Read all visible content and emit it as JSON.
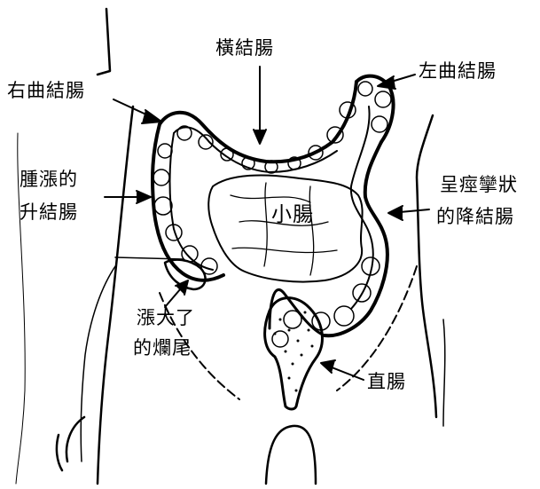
{
  "labels": {
    "transverse_colon": "橫結腸",
    "hepatic_flexure": "右曲結腸",
    "splenic_flexure": "左曲結腸",
    "ascending_line1": "腫漲的",
    "ascending_line2": "升結腸",
    "descending_line1": "呈痙攣狀",
    "descending_line2": "的降結腸",
    "small_intestine": "小腸",
    "appendix_line1": "漲大了",
    "appendix_line2": "的爛尾",
    "rectum": "直腸"
  },
  "colors": {
    "ink": "#000000",
    "background": "#ffffff"
  }
}
